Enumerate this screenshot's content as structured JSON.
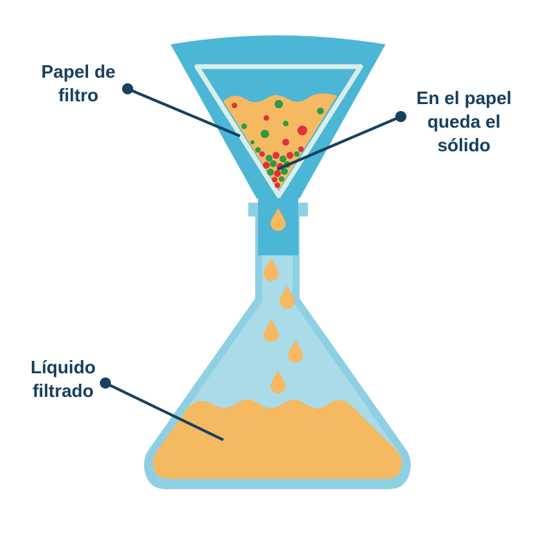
{
  "labels": {
    "filter_paper": {
      "line1": "Papel de",
      "line2": "filtro"
    },
    "solid": {
      "line1": "En el papel",
      "line2": "queda el",
      "line3": "sólido"
    },
    "filtered_liquid": {
      "line1": "Líquido",
      "line2": "filtrado"
    }
  },
  "colors": {
    "funnel": "#4cb6d6",
    "flask_outline": "#8fcfe3",
    "flask_inner": "#a9dbe9",
    "liquid": "#f5b961",
    "paper": "#d7eee9",
    "pointer": "#16405f",
    "particle_green": "#2e9b3f",
    "particle_red": "#e0303a"
  }
}
